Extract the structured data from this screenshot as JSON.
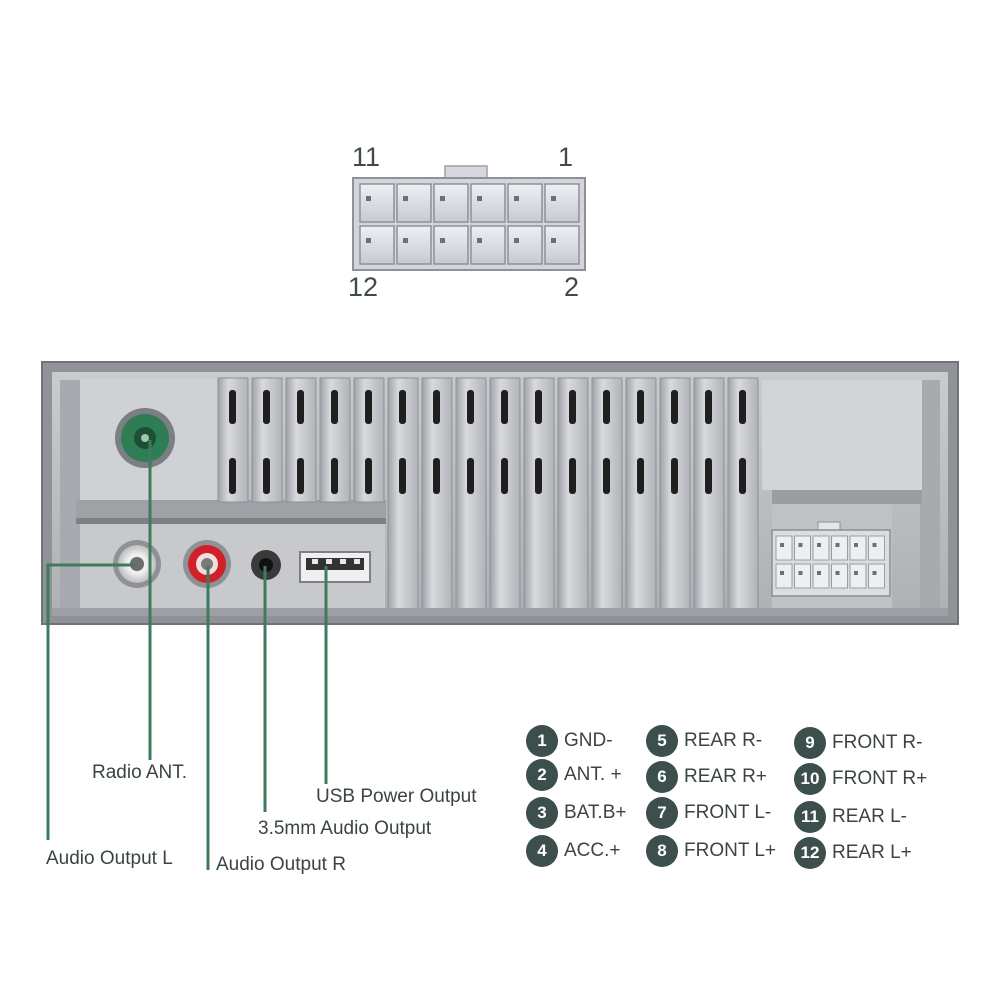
{
  "connector": {
    "pin_numbers": {
      "top_left": "11",
      "top_right": "1",
      "bottom_left": "12",
      "bottom_right": "2"
    }
  },
  "callouts": {
    "radio_antenna": "Radio ANT.",
    "usb_power": "USB Power Output",
    "audio_35mm": "3.5mm Audio Output",
    "audio_left": "Audio Output L",
    "audio_right": "Audio Output R"
  },
  "pinout": [
    {
      "num": "1",
      "label": "GND-"
    },
    {
      "num": "2",
      "label": "ANT. +"
    },
    {
      "num": "3",
      "label": "BAT.B+"
    },
    {
      "num": "4",
      "label": "ACC.+"
    },
    {
      "num": "5",
      "label": "REAR R-"
    },
    {
      "num": "6",
      "label": "REAR R+"
    },
    {
      "num": "7",
      "label": "FRONT L-"
    },
    {
      "num": "8",
      "label": "FRONT L+"
    },
    {
      "num": "9",
      "label": "FRONT R-"
    },
    {
      "num": "10",
      "label": "FRONT R+"
    },
    {
      "num": "11",
      "label": "REAR L-"
    },
    {
      "num": "12",
      "label": "REAR L+"
    }
  ],
  "colors": {
    "callout_line": "#3f7a5a",
    "badge": "#3c4f4c",
    "chassis": "#b9bbbf",
    "rca_red": "#d0202a",
    "antenna_green": "#2f7d55"
  }
}
